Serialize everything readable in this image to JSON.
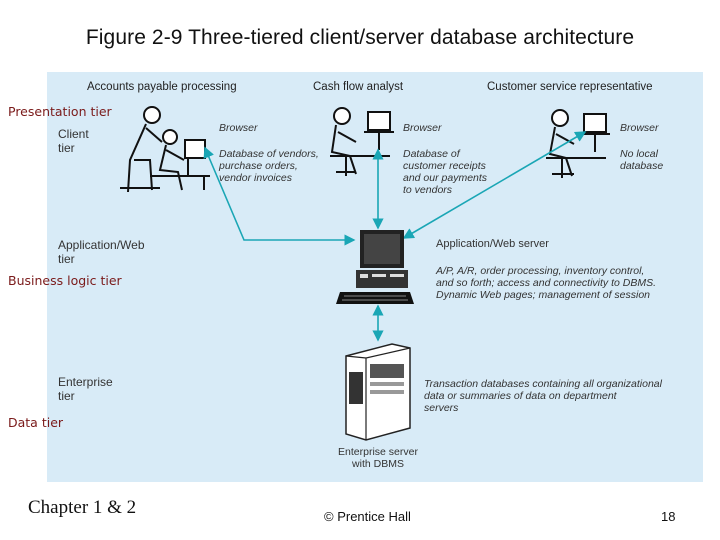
{
  "title": "Figure 2-9 Three-tiered client/server database architecture",
  "roles": {
    "accounts": "Accounts payable processing",
    "cashflow": "Cash flow analyst",
    "customer": "Customer service representative"
  },
  "tiers": {
    "presentation": "Presentation tier",
    "business": "Business logic tier",
    "data": "Data tier"
  },
  "inner_labels": {
    "client_1": "Client",
    "client_2": "tier",
    "app_1": "Application/Web",
    "app_2": "tier",
    "ent_1": "Enterprise",
    "ent_2": "tier"
  },
  "clients": {
    "c1_browser": "Browser",
    "c1_db_1": "Database of vendors,",
    "c1_db_2": "purchase orders,",
    "c1_db_3": "vendor invoices",
    "c2_browser": "Browser",
    "c2_db_1": "Database of",
    "c2_db_2": "customer receipts",
    "c2_db_3": "and our payments",
    "c2_db_4": "to vendors",
    "c3_browser": "Browser",
    "c3_db_1": "No local",
    "c3_db_2": "database"
  },
  "app_server": {
    "label": "Application/Web server",
    "desc_1": "A/P, A/R, order processing, inventory control,",
    "desc_2": "and so forth; access and connectivity to DBMS.",
    "desc_3": "Dynamic Web pages; management of session"
  },
  "enterprise": {
    "desc_1": "Transaction databases containing all organizational",
    "desc_2": "data or summaries of data on department",
    "desc_3": "servers",
    "server_1": "Enterprise server",
    "server_2": "with DBMS"
  },
  "footer": {
    "left": "Chapter 1 & 2",
    "middle": "© Prentice Hall",
    "right": "18"
  },
  "colors": {
    "panel": "#d8ebf7",
    "tier_label": "#7a1a1a",
    "connector": "#1aa6b5"
  }
}
